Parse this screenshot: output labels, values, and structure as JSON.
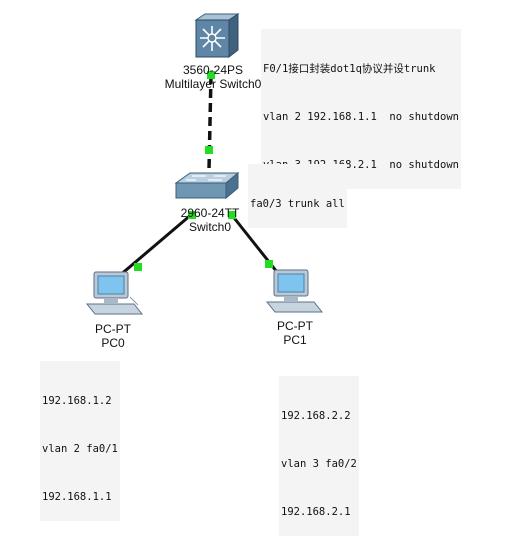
{
  "devices": {
    "multilayer": {
      "model": "3560-24PS",
      "name": "Multilayer Switch0"
    },
    "switch": {
      "model": "2960-24TT",
      "name": "Switch0"
    },
    "pc0": {
      "model": "PC-PT",
      "name": "PC0"
    },
    "pc1": {
      "model": "PC-PT",
      "name": "PC1"
    }
  },
  "notes": {
    "multilayer": [
      "F0/1接口封装dot1q协议并设trunk",
      "vlan 2 192.168.1.1  no shutdown",
      "vlan 3 192.168.2.1  no shutdown"
    ],
    "switch": [
      "fa0/3 trunk all"
    ],
    "pc0": [
      "192.168.1.2",
      "vlan 2 fa0/1",
      "192.168.1.1"
    ],
    "pc1": [
      "192.168.2.2",
      "vlan 3 fa0/2",
      "192.168.2.1"
    ]
  },
  "colors": {
    "link": "#111111",
    "port_up": "#22dd22",
    "switch_body": "#6f97b3",
    "multilayer_body": "#5f86a6",
    "pc_screen": "#7fc4ee"
  }
}
